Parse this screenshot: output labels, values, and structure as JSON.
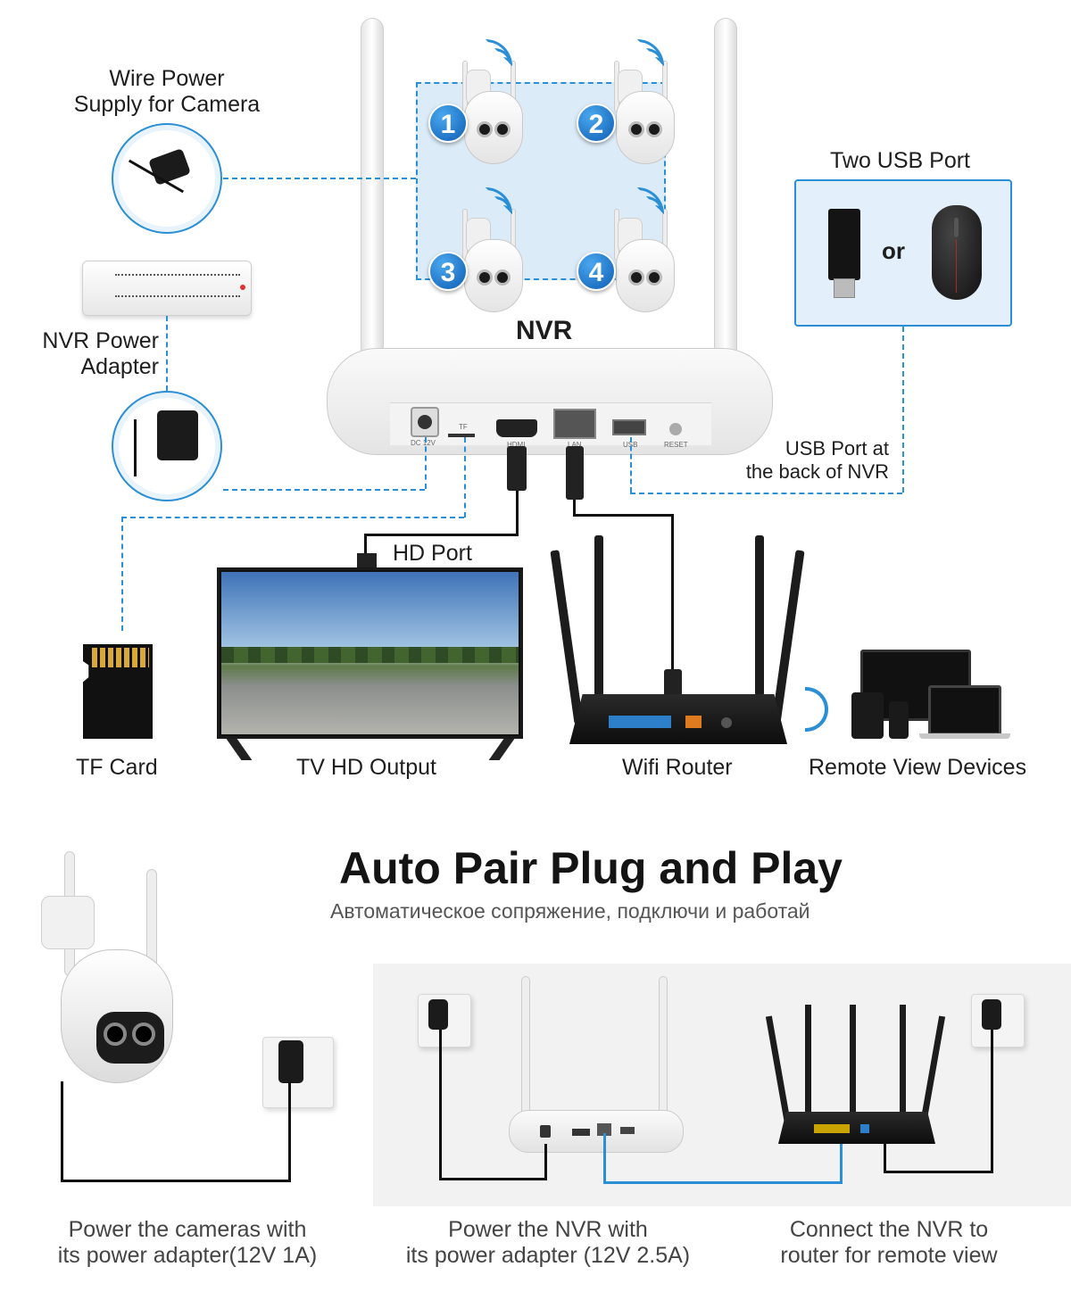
{
  "labels": {
    "wire_power_line1": "Wire Power",
    "wire_power_line2": "Supply for Camera",
    "nvr_power_line1": "NVR Power",
    "nvr_power_line2": "Adapter",
    "nvr": "NVR",
    "two_usb_port": "Two USB Port",
    "or": "or",
    "usb_back_line1": "USB Port at",
    "usb_back_line2": "the back of NVR",
    "hd_port": "HD Port",
    "tf_card": "TF Card",
    "tv_hd_output": "TV HD Output",
    "wifi_router": "Wifi Router",
    "remote_view_devices": "Remote View Devices"
  },
  "nvr_ports": {
    "dc": "DC 12V",
    "tf": "TF",
    "hdmi": "HDMI",
    "lan": "LAN",
    "usb": "USB",
    "reset": "RESET"
  },
  "camera_numbers": [
    "1",
    "2",
    "3",
    "4"
  ],
  "headline": {
    "title": "Auto Pair Plug and Play",
    "subtitle": "Автоматическое сопряжение, подключи и работай"
  },
  "steps": [
    {
      "line1": "Power the cameras with",
      "line2": "its power adapter(12V 1A)"
    },
    {
      "line1": "Power the NVR with",
      "line2": "its power adapter (12V 2.5A)"
    },
    {
      "line1": "Connect the NVR to",
      "line2": "router for remote view"
    }
  ],
  "colors": {
    "accent_blue": "#2b8fd6",
    "badge_blue": "#0e5db3",
    "panel_bg": "#f2f2f2",
    "usb_box_bg": "#e3effa"
  }
}
